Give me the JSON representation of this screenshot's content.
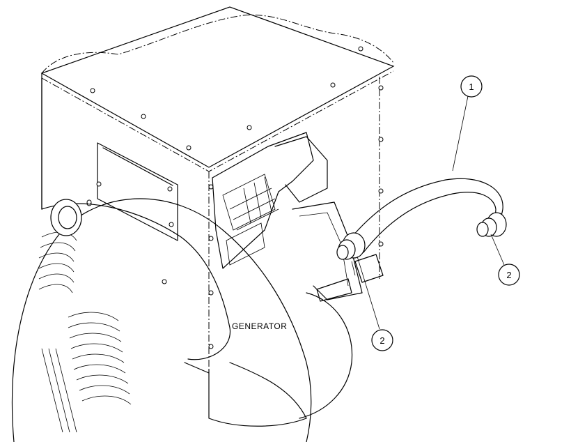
{
  "diagram": {
    "part_label": "GENERATOR",
    "callouts": [
      {
        "id": "callout-1",
        "number": "1"
      },
      {
        "id": "callout-2a",
        "number": "2"
      },
      {
        "id": "callout-2b",
        "number": "2"
      }
    ]
  }
}
